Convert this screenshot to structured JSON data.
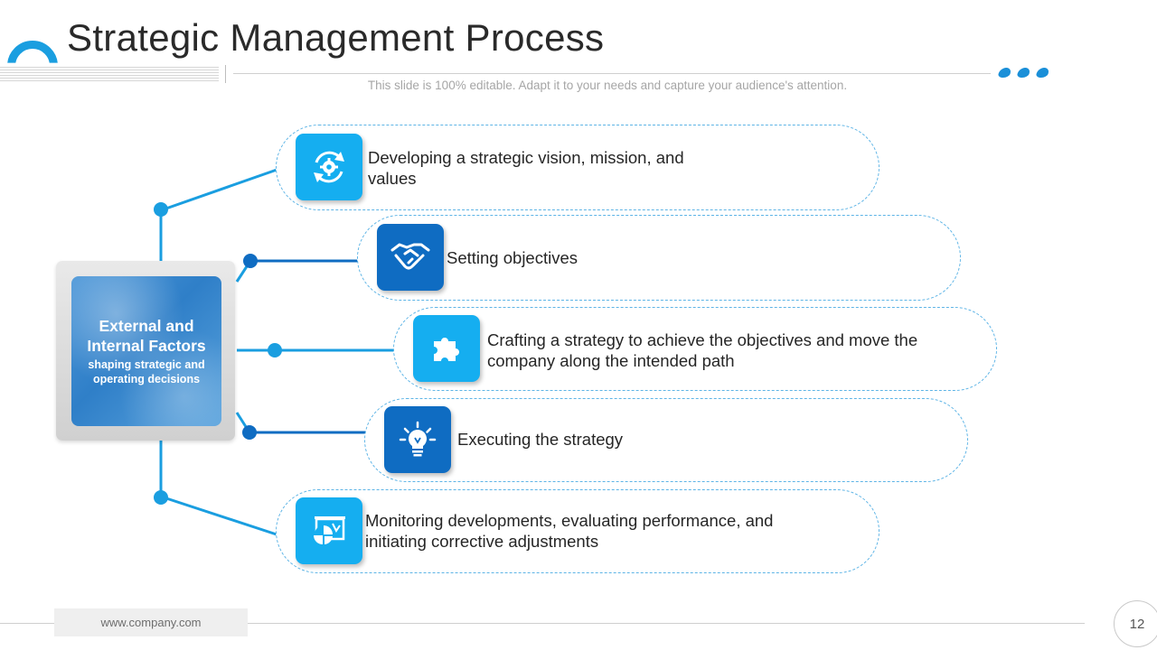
{
  "header": {
    "title": "Strategic Management Process",
    "subtitle": "This slide is 100% editable. Adapt it to your needs and capture your audience's attention."
  },
  "center": {
    "title": "External and Internal Factors",
    "subtitle": "shaping strategic and operating decisions"
  },
  "steps": [
    {
      "text": "Developing a strategic vision, mission,  and values",
      "icon": "gear-cycle-icon",
      "style": "light"
    },
    {
      "text": "Setting objectives",
      "icon": "handshake-icon",
      "style": "dark"
    },
    {
      "text": "Crafting a strategy to achieve the objectives and move the company along the intended path",
      "icon": "puzzle-icon",
      "style": "light"
    },
    {
      "text": "Executing the strategy",
      "icon": "lightbulb-icon",
      "style": "dark"
    },
    {
      "text": "Monitoring developments, evaluating performance, and initiating corrective adjustments",
      "icon": "presentation-chart-icon",
      "style": "light"
    }
  ],
  "footer": {
    "url": "www.company.com",
    "page_number": "12"
  },
  "colors": {
    "accent_light": "#15aef0",
    "accent_dark": "#0f6cc2",
    "connector": "#1a9ee0",
    "pill_border": "#5db4e6"
  }
}
